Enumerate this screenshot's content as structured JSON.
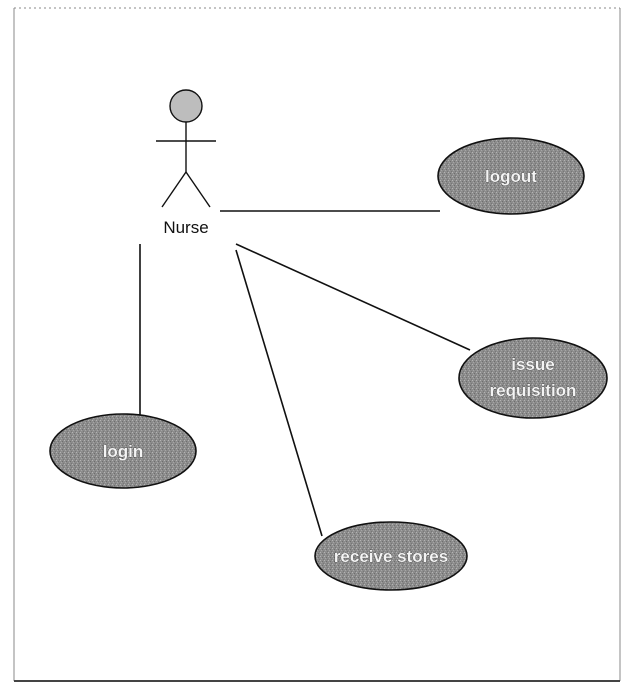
{
  "actor": {
    "name": "Nurse"
  },
  "use_cases": [
    {
      "id": "logout",
      "lines": [
        "logout"
      ]
    },
    {
      "id": "issue-requisition",
      "lines": [
        "issue",
        "requisition"
      ]
    },
    {
      "id": "login",
      "lines": [
        "login"
      ]
    },
    {
      "id": "receive-stores",
      "lines": [
        "receive stores"
      ]
    }
  ],
  "colors": {
    "use_case_fill": "#8c8c8c",
    "outline": "#111111",
    "head_fill": "#bdbdbd"
  }
}
